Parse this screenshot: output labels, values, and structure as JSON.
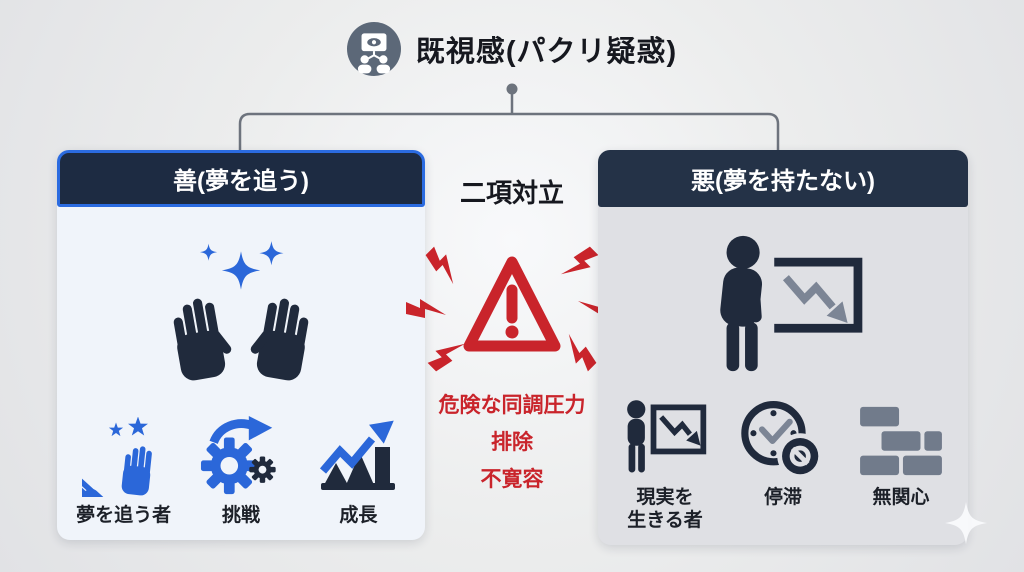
{
  "title": {
    "text": "既視感(パクリ疑惑)"
  },
  "relationship_label": "二項対立",
  "warning": {
    "lines": [
      "危険な同調圧力",
      "排除",
      "不寛容"
    ]
  },
  "good_panel": {
    "header": "善(夢を追う)",
    "main_icon": "raised-hands-sparkles",
    "items": [
      {
        "icon": "clapping-hands-stars",
        "label": "夢を追う者"
      },
      {
        "icon": "gears-progress-arrow",
        "label": "挑戦"
      },
      {
        "icon": "growth-bar-chart",
        "label": "成長"
      }
    ]
  },
  "bad_panel": {
    "header": "悪(夢を持たない)",
    "main_icon": "slumped-person-decline-board",
    "items": [
      {
        "icon": "person-decline-board",
        "label": "現実を\n生きる者"
      },
      {
        "icon": "stalled-clock-prohibited",
        "label": "停滞"
      },
      {
        "icon": "brick-wall",
        "label": "無関心"
      }
    ]
  },
  "colors": {
    "accent_blue": "#2b67d9",
    "icon_dark": "#202a3c",
    "warning_red": "#c9242b",
    "muted_gray": "#717b8b",
    "board_arrow_gray": "#7c8595",
    "panel_good_bg": "#f0f4fa",
    "panel_bad_bg": "#dfe0e4",
    "header_good_bg": "#1d2b42",
    "header_bad_bg": "#243247",
    "header_good_border": "#2b6be0",
    "connector_gray": "#6d737d",
    "title_icon_bg": "#5c6878",
    "text_dark": "#16181f"
  }
}
